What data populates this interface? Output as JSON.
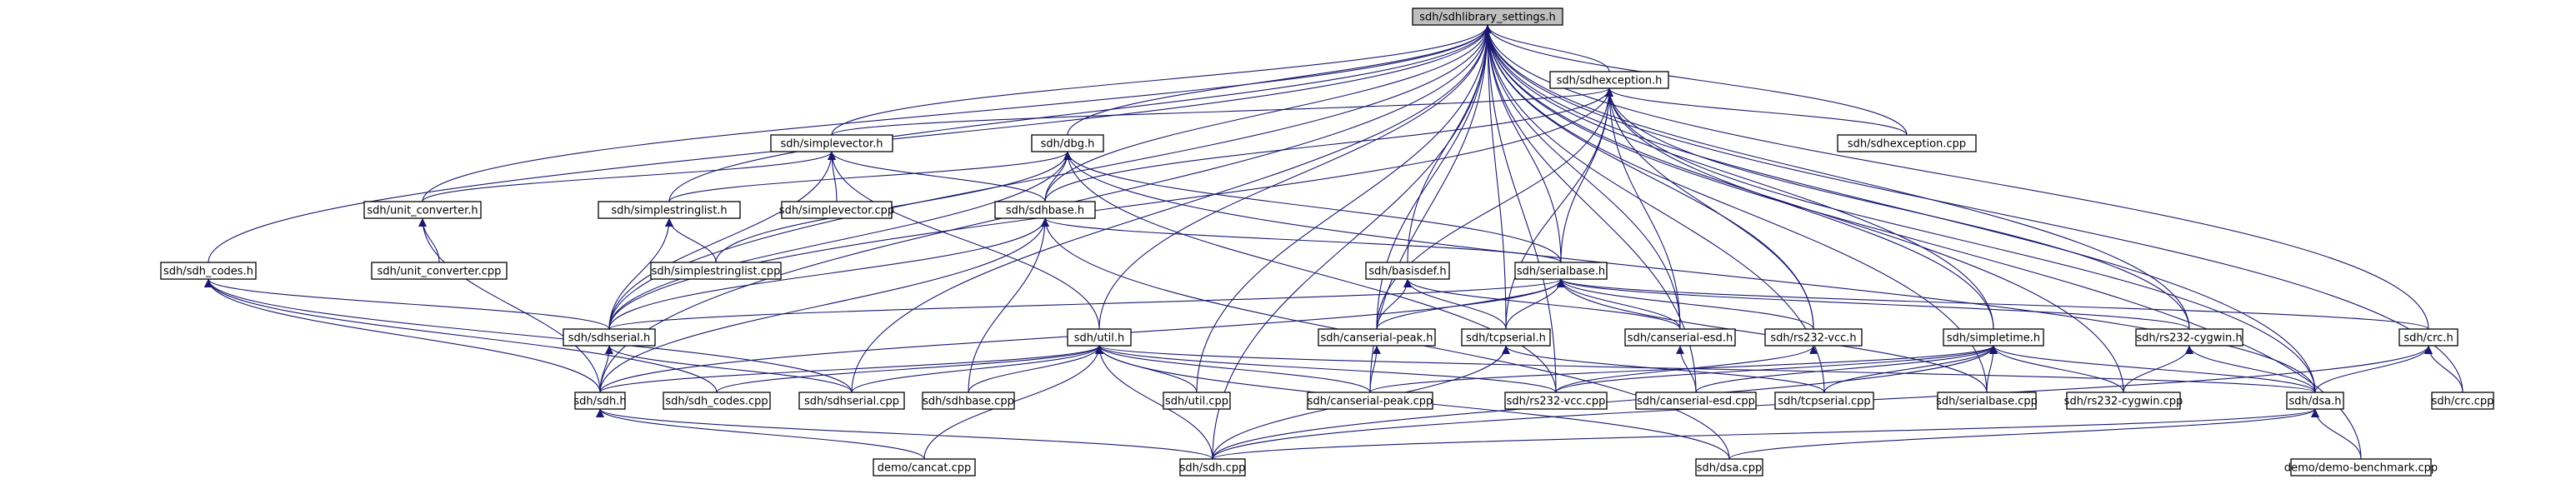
{
  "diagram": {
    "root": "sdh/sdhlibrary_settings.h",
    "nodes": [
      {
        "id": "root",
        "label": "sdh/sdhlibrary_settings.h"
      },
      {
        "id": "exc_h",
        "label": "sdh/sdhexception.h"
      },
      {
        "id": "exc_cpp",
        "label": "sdh/sdhexception.cpp"
      },
      {
        "id": "vec_h",
        "label": "sdh/simplevector.h"
      },
      {
        "id": "dbg_h",
        "label": "sdh/dbg.h"
      },
      {
        "id": "uc_h",
        "label": "sdh/unit_converter.h"
      },
      {
        "id": "uc_cpp",
        "label": "sdh/unit_converter.cpp"
      },
      {
        "id": "sl_h",
        "label": "sdh/simplestringlist.h"
      },
      {
        "id": "vec_cpp",
        "label": "sdh/simplevector.cpp"
      },
      {
        "id": "base_h",
        "label": "sdh/sdhbase.h"
      },
      {
        "id": "sl_cpp",
        "label": "sdh/simplestringlist.cpp"
      },
      {
        "id": "codes_h",
        "label": "sdh/sdh_codes.h"
      },
      {
        "id": "bdef_h",
        "label": "sdh/basisdef.h"
      },
      {
        "id": "sbase_h",
        "label": "sdh/serialbase.h"
      },
      {
        "id": "sdhser_h",
        "label": "sdh/sdhserial.h"
      },
      {
        "id": "util_h",
        "label": "sdh/util.h"
      },
      {
        "id": "cpeak_h",
        "label": "sdh/canserial-peak.h"
      },
      {
        "id": "tcp_h",
        "label": "sdh/tcpserial.h"
      },
      {
        "id": "cesd_h",
        "label": "sdh/canserial-esd.h"
      },
      {
        "id": "vcc_h",
        "label": "sdh/rs232-vcc.h"
      },
      {
        "id": "stime_h",
        "label": "sdh/simpletime.h"
      },
      {
        "id": "cyg_h",
        "label": "sdh/rs232-cygwin.h"
      },
      {
        "id": "crc_h",
        "label": "sdh/crc.h"
      },
      {
        "id": "sdh_h",
        "label": "sdh/sdh.h"
      },
      {
        "id": "codes_cpp",
        "label": "sdh/sdh_codes.cpp"
      },
      {
        "id": "sdhser_cpp",
        "label": "sdh/sdhserial.cpp"
      },
      {
        "id": "base_cpp",
        "label": "sdh/sdhbase.cpp"
      },
      {
        "id": "util_cpp",
        "label": "sdh/util.cpp"
      },
      {
        "id": "cpeak_cpp",
        "label": "sdh/canserial-peak.cpp"
      },
      {
        "id": "vcc_cpp",
        "label": "sdh/rs232-vcc.cpp"
      },
      {
        "id": "cesd_cpp",
        "label": "sdh/canserial-esd.cpp"
      },
      {
        "id": "tcp_cpp",
        "label": "sdh/tcpserial.cpp"
      },
      {
        "id": "sbase_cpp",
        "label": "sdh/serialbase.cpp"
      },
      {
        "id": "cyg_cpp",
        "label": "sdh/rs232-cygwin.cpp"
      },
      {
        "id": "dsa_h",
        "label": "sdh/dsa.h"
      },
      {
        "id": "crc_cpp",
        "label": "sdh/crc.cpp"
      },
      {
        "id": "cancat_cpp",
        "label": "demo/cancat.cpp"
      },
      {
        "id": "sdh_cpp",
        "label": "sdh/sdh.cpp"
      },
      {
        "id": "dsa_cpp",
        "label": "sdh/dsa.cpp"
      },
      {
        "id": "bench_cpp",
        "label": "demo/demo-benchmark.cpp"
      }
    ],
    "edges": [
      [
        "exc_h",
        "root"
      ],
      [
        "vec_h",
        "root"
      ],
      [
        "dbg_h",
        "root"
      ],
      [
        "uc_h",
        "root"
      ],
      [
        "sl_h",
        "root"
      ],
      [
        "base_h",
        "root"
      ],
      [
        "codes_h",
        "root"
      ],
      [
        "bdef_h",
        "root"
      ],
      [
        "sbase_h",
        "root"
      ],
      [
        "sdhser_h",
        "root"
      ],
      [
        "util_h",
        "root"
      ],
      [
        "cpeak_h",
        "root"
      ],
      [
        "tcp_h",
        "root"
      ],
      [
        "cesd_h",
        "root"
      ],
      [
        "vcc_h",
        "root"
      ],
      [
        "stime_h",
        "root"
      ],
      [
        "cyg_h",
        "root"
      ],
      [
        "crc_h",
        "root"
      ],
      [
        "sdh_h",
        "root"
      ],
      [
        "sdhser_cpp",
        "root"
      ],
      [
        "util_cpp",
        "root"
      ],
      [
        "cpeak_cpp",
        "root"
      ],
      [
        "vcc_cpp",
        "root"
      ],
      [
        "cesd_cpp",
        "root"
      ],
      [
        "tcp_cpp",
        "root"
      ],
      [
        "sbase_cpp",
        "root"
      ],
      [
        "cyg_cpp",
        "root"
      ],
      [
        "dsa_h",
        "root"
      ],
      [
        "crc_cpp",
        "root"
      ],
      [
        "sdh_cpp",
        "root"
      ],
      [
        "bench_cpp",
        "root"
      ],
      [
        "exc_cpp",
        "root"
      ],
      [
        "exc_cpp",
        "exc_h"
      ],
      [
        "vec_h",
        "exc_h"
      ],
      [
        "base_h",
        "exc_h"
      ],
      [
        "sdhser_h",
        "exc_h"
      ],
      [
        "cpeak_h",
        "exc_h"
      ],
      [
        "tcp_h",
        "exc_h"
      ],
      [
        "cesd_h",
        "exc_h"
      ],
      [
        "vcc_h",
        "exc_h"
      ],
      [
        "stime_h",
        "exc_h"
      ],
      [
        "cyg_h",
        "exc_h"
      ],
      [
        "dsa_h",
        "exc_h"
      ],
      [
        "sbase_h",
        "exc_h"
      ],
      [
        "uc_h",
        "vec_h"
      ],
      [
        "vec_cpp",
        "vec_h"
      ],
      [
        "base_h",
        "vec_h"
      ],
      [
        "sdhser_h",
        "vec_h"
      ],
      [
        "util_h",
        "vec_h"
      ],
      [
        "sl_h",
        "dbg_h"
      ],
      [
        "sl_cpp",
        "dbg_h"
      ],
      [
        "base_h",
        "dbg_h"
      ],
      [
        "sdhser_h",
        "dbg_h"
      ],
      [
        "sbase_h",
        "dbg_h"
      ],
      [
        "dsa_h",
        "dbg_h"
      ],
      [
        "vcc_cpp",
        "dbg_h"
      ],
      [
        "uc_cpp",
        "uc_h"
      ],
      [
        "sdh_h",
        "uc_h"
      ],
      [
        "sl_cpp",
        "sl_h"
      ],
      [
        "sdhser_h",
        "sl_h"
      ],
      [
        "sbase_h",
        "base_h"
      ],
      [
        "sdhser_h",
        "base_h"
      ],
      [
        "sdh_h",
        "base_h"
      ],
      [
        "base_cpp",
        "base_h"
      ],
      [
        "dsa_cpp",
        "base_h"
      ],
      [
        "sdh_h",
        "codes_h"
      ],
      [
        "codes_cpp",
        "codes_h"
      ],
      [
        "sdhser_cpp",
        "codes_h"
      ],
      [
        "sdhser_h",
        "codes_h"
      ],
      [
        "cpeak_h",
        "bdef_h"
      ],
      [
        "tcp_h",
        "bdef_h"
      ],
      [
        "cesd_h",
        "bdef_h"
      ],
      [
        "sdhser_h",
        "sbase_h"
      ],
      [
        "cpeak_h",
        "sbase_h"
      ],
      [
        "tcp_h",
        "sbase_h"
      ],
      [
        "cesd_h",
        "sbase_h"
      ],
      [
        "vcc_h",
        "sbase_h"
      ],
      [
        "cyg_h",
        "sbase_h"
      ],
      [
        "sbase_cpp",
        "sbase_h"
      ],
      [
        "crc_h",
        "sbase_h"
      ],
      [
        "sdh_h",
        "sbase_h"
      ],
      [
        "sdh_h",
        "sdhser_h"
      ],
      [
        "sdhser_cpp",
        "sdhser_h"
      ],
      [
        "sdh_h",
        "util_h"
      ],
      [
        "codes_cpp",
        "util_h"
      ],
      [
        "sdhser_cpp",
        "util_h"
      ],
      [
        "base_cpp",
        "util_h"
      ],
      [
        "util_cpp",
        "util_h"
      ],
      [
        "cpeak_cpp",
        "util_h"
      ],
      [
        "vcc_cpp",
        "util_h"
      ],
      [
        "sdh_cpp",
        "util_h"
      ],
      [
        "dsa_cpp",
        "util_h"
      ],
      [
        "cancat_cpp",
        "util_h"
      ],
      [
        "dsa_h",
        "util_h"
      ],
      [
        "cpeak_cpp",
        "cpeak_h"
      ],
      [
        "sdh_cpp",
        "tcp_h"
      ],
      [
        "tcp_cpp",
        "tcp_h"
      ],
      [
        "cesd_cpp",
        "cesd_h"
      ],
      [
        "vcc_cpp",
        "vcc_h"
      ],
      [
        "cpeak_cpp",
        "stime_h"
      ],
      [
        "vcc_cpp",
        "stime_h"
      ],
      [
        "cesd_cpp",
        "stime_h"
      ],
      [
        "tcp_cpp",
        "stime_h"
      ],
      [
        "sbase_cpp",
        "stime_h"
      ],
      [
        "cyg_cpp",
        "stime_h"
      ],
      [
        "dsa_h",
        "stime_h"
      ],
      [
        "sdh_cpp",
        "stime_h"
      ],
      [
        "cyg_cpp",
        "cyg_h"
      ],
      [
        "dsa_h",
        "cyg_h"
      ],
      [
        "dsa_h",
        "crc_h"
      ],
      [
        "crc_cpp",
        "crc_h"
      ],
      [
        "sdh_cpp",
        "crc_h"
      ],
      [
        "sdh_cpp",
        "sdh_h"
      ],
      [
        "cancat_cpp",
        "sdh_h"
      ],
      [
        "dsa_cpp",
        "dsa_h"
      ],
      [
        "sdh_cpp",
        "dsa_h"
      ],
      [
        "bench_cpp",
        "dsa_h"
      ]
    ],
    "colors": {
      "edge": "#191970",
      "node_border": "#000000",
      "root_fill": "#bfbfbf",
      "node_fill": "#ffffff"
    }
  }
}
